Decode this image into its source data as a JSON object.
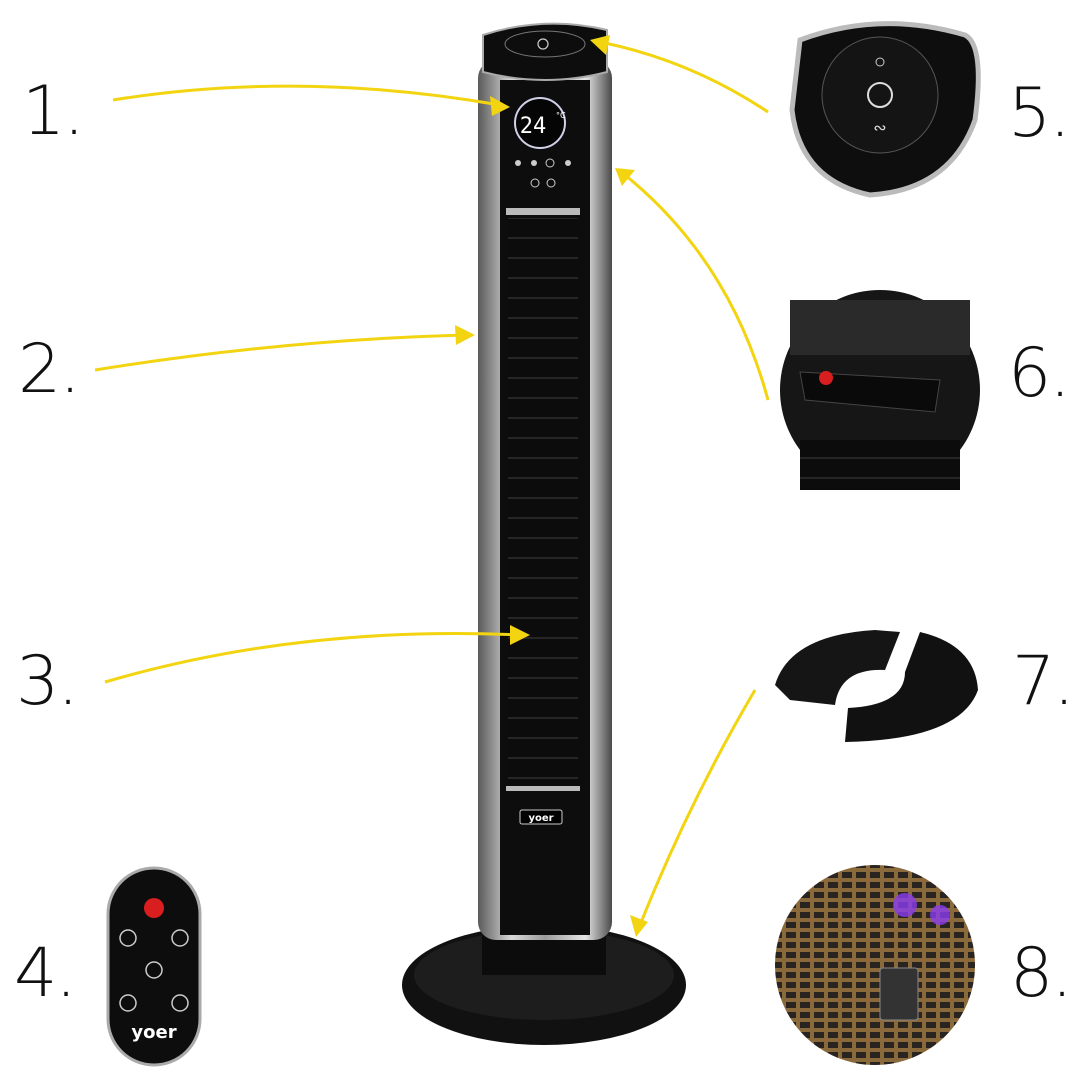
{
  "callouts": [
    "1.",
    "2.",
    "3.",
    "4.",
    "5.",
    "6.",
    "7.",
    "8."
  ],
  "display": {
    "temperature": "24",
    "unit": "°C"
  },
  "brand": {
    "logo": "yoer"
  },
  "colors": {
    "arrow": "#f2d411",
    "body": "#111111",
    "chrome": "#b9b9b9",
    "remote_power": "#d81e1e"
  }
}
